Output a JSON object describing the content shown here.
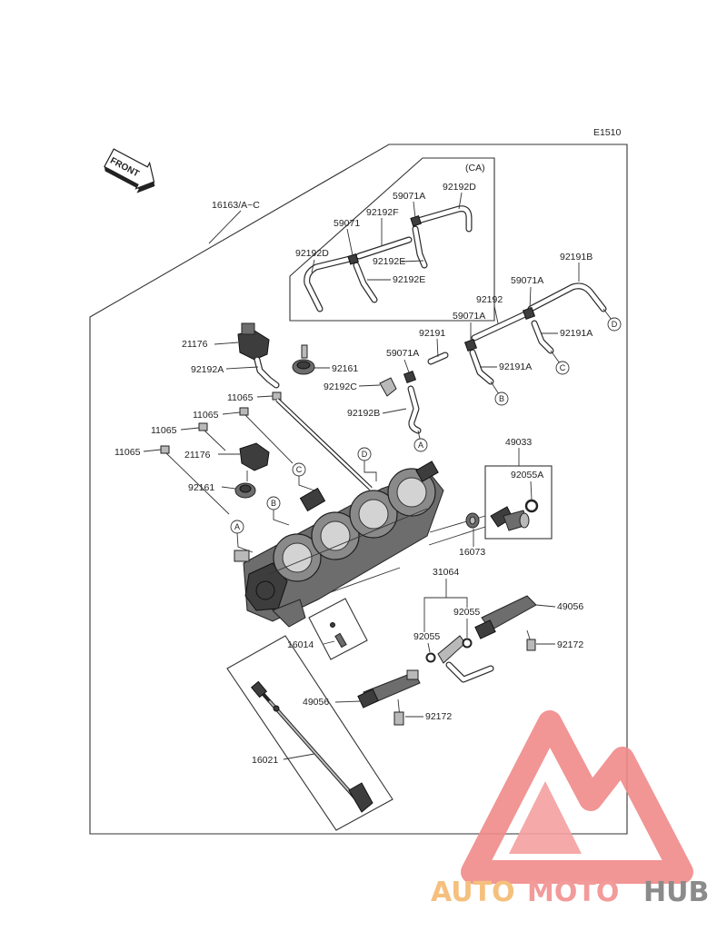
{
  "diagram_code": "E1510",
  "front_label": "FRONT",
  "group_ca": "(CA)",
  "callouts": {
    "p16163": "16163/A~C",
    "p59071": "59071",
    "p92192F": "92192F",
    "p59071A_ca": "59071A",
    "p92192D_ca_top": "92192D",
    "p92192D_ca_left": "92192D",
    "p92192E_top": "92192E",
    "p92192E_bot": "92192E",
    "p92191B": "92191B",
    "p59071A_r": "59071A",
    "p92192": "92192",
    "p59071A_mid": "59071A",
    "p92191A_r": "92191A",
    "p92191": "92191",
    "p59071A_l": "59071A",
    "p92191A_mid": "92191A",
    "p21176_top": "21176",
    "p92192A": "92192A",
    "p92161_top": "92161",
    "p92192C": "92192C",
    "p11065_a": "11065",
    "p92192B": "92192B",
    "p11065_b": "11065",
    "p11065_c": "11065",
    "p11065_d": "11065",
    "p21176_mid": "21176",
    "p92161_mid": "92161",
    "p49033": "49033",
    "p92055A": "92055A",
    "p16073": "16073",
    "p31064": "31064",
    "p92055_l": "92055",
    "p92055_r": "92055",
    "p49056_r": "49056",
    "p92172_r": "92172",
    "p16014": "16014",
    "p49056_l": "49056",
    "p92172_l": "92172",
    "p16021": "16021"
  },
  "ref_letters": {
    "A": "A",
    "B": "B",
    "C": "C",
    "D": "D"
  },
  "watermark": {
    "part1": "AUTO",
    "part2": "MOTO",
    "part3": "HUB",
    "colors": {
      "auto": "#f5c07e",
      "moto": "#f39a9a",
      "hub": "#8b8b8b",
      "logo": "#f08a8a"
    }
  }
}
